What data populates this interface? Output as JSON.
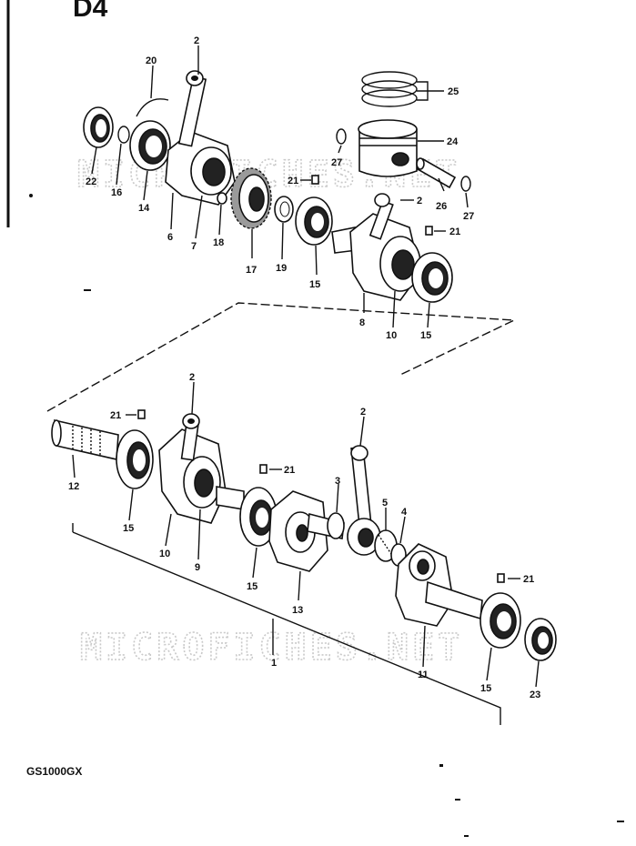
{
  "header": {
    "logo_fragment": "D4"
  },
  "watermark": {
    "text": "MICROFICHES.NET"
  },
  "footer": {
    "model": "GS1000GX"
  },
  "parts": [
    {
      "id": "p-2a",
      "label": "2"
    },
    {
      "id": "p-20",
      "label": "20"
    },
    {
      "id": "p-25",
      "label": "25"
    },
    {
      "id": "p-24",
      "label": "24"
    },
    {
      "id": "p-27a",
      "label": "27"
    },
    {
      "id": "p-27b",
      "label": "27"
    },
    {
      "id": "p-26",
      "label": "26"
    },
    {
      "id": "p-22",
      "label": "22"
    },
    {
      "id": "p-16",
      "label": "16"
    },
    {
      "id": "p-14",
      "label": "14"
    },
    {
      "id": "p-6",
      "label": "6"
    },
    {
      "id": "p-7",
      "label": "7"
    },
    {
      "id": "p-18",
      "label": "18"
    },
    {
      "id": "p-17",
      "label": "17"
    },
    {
      "id": "p-19",
      "label": "19"
    },
    {
      "id": "p-15a",
      "label": "15"
    },
    {
      "id": "p-21a",
      "label": "21"
    },
    {
      "id": "p-2b",
      "label": "2"
    },
    {
      "id": "p-21b",
      "label": "21"
    },
    {
      "id": "p-8",
      "label": "8"
    },
    {
      "id": "p-10a",
      "label": "10"
    },
    {
      "id": "p-15b",
      "label": "15"
    },
    {
      "id": "p-2c",
      "label": "2"
    },
    {
      "id": "p-21c",
      "label": "21"
    },
    {
      "id": "p-12",
      "label": "12"
    },
    {
      "id": "p-15c",
      "label": "15"
    },
    {
      "id": "p-10b",
      "label": "10"
    },
    {
      "id": "p-9",
      "label": "9"
    },
    {
      "id": "p-21d",
      "label": "21"
    },
    {
      "id": "p-15d",
      "label": "15"
    },
    {
      "id": "p-13",
      "label": "13"
    },
    {
      "id": "p-2d",
      "label": "2"
    },
    {
      "id": "p-3",
      "label": "3"
    },
    {
      "id": "p-5",
      "label": "5"
    },
    {
      "id": "p-4",
      "label": "4"
    },
    {
      "id": "p-21e",
      "label": "21"
    },
    {
      "id": "p-11",
      "label": "11"
    },
    {
      "id": "p-1",
      "label": "1"
    },
    {
      "id": "p-15e",
      "label": "15"
    },
    {
      "id": "p-23",
      "label": "23"
    }
  ]
}
